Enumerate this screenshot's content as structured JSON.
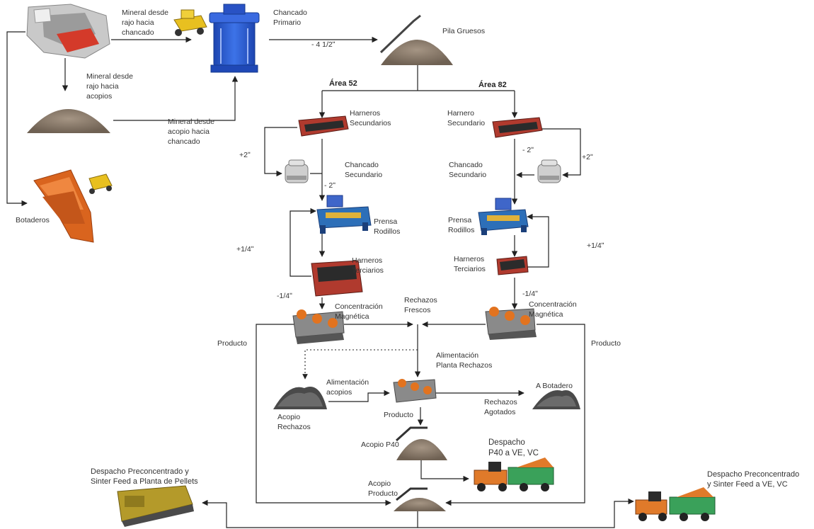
{
  "labels": {
    "mineral_rajo_chancado": [
      "Mineral desde",
      "rajo hacia",
      "chancado"
    ],
    "mineral_rajo_acopios": [
      "Mineral desde",
      "rajo hacia",
      "acopios"
    ],
    "mineral_acopio_chancado": [
      "Mineral desde",
      "acopio hacia",
      "chancado"
    ],
    "chancado_primario": [
      "Chancado",
      "Primario"
    ],
    "pila_gruesos": "Pila Gruesos",
    "size_4_1_2": "- 4 1/2ʺ",
    "botaderos": "Botaderos",
    "area_52": "Área 52",
    "area_82": "Área 82",
    "harneros_secundarios": [
      "Harneros",
      "Secundarios"
    ],
    "harnero_secundario": [
      "Harnero",
      "Secundario"
    ],
    "plus2_left": "+2ʺ",
    "plus2_right": "+2ʺ",
    "minus2_left": "- 2ʺ",
    "minus2_right": "- 2ʺ",
    "chancado_secundario_l": [
      "Chancado",
      "Secundario"
    ],
    "chancado_secundario_r": [
      "Chancado",
      "Secundario"
    ],
    "prensa_rodillos_l": [
      "Prensa",
      "Rodillos"
    ],
    "prensa_rodillos_r": [
      "Prensa",
      "Rodillos"
    ],
    "plus14_left": "+1/4ʺ",
    "plus14_right": "+1/4ʺ",
    "harneros_terciarios_l": [
      "Harneros",
      "Terciarios"
    ],
    "harneros_terciarios_r": [
      "Harneros",
      "Terciarios"
    ],
    "minus14_left": "-1/4ʺ",
    "minus14_right": "-1/4ʺ",
    "concentracion_l": [
      "Concentración",
      "Magnética"
    ],
    "concentracion_r": [
      "Concentración",
      "Magnética"
    ],
    "rechazos_frescos": [
      "Rechazos",
      "Frescos"
    ],
    "producto_left": "Producto",
    "producto_right": "Producto",
    "alimentacion_planta": [
      "Alimentación",
      "Planta Rechazos"
    ],
    "alimentacion_acopios": [
      "Alimentación",
      "acopios"
    ],
    "acopio_rechazos": [
      "Acopio",
      "Rechazos"
    ],
    "a_botadero": "A Botadero",
    "rechazos_agotados": [
      "Rechazos",
      "Agotados"
    ],
    "producto_mid": "Producto",
    "acopio_p40": "Acopio P40",
    "despacho_p40": [
      "Despacho",
      "P40 a VE, VC"
    ],
    "acopio_producto": [
      "Acopio",
      "Producto"
    ],
    "despacho_pellets": [
      "Despacho Preconcentrado y",
      "Sinter Feed a Planta de Pellets"
    ],
    "despacho_ve_vc": [
      "Despacho Preconcentrado",
      "y Sinter Feed a VE, VC"
    ]
  },
  "colors": {
    "line": "#222222",
    "crusher_blue": "#2f5fd0",
    "truck_yellow": "#e8c020",
    "ore_brown": "#8a7a6a",
    "screen_red": "#b03a2e",
    "drum_orange": "#e2731f",
    "dump_orange": "#d9641e",
    "loader_orange": "#e07a2a",
    "wagon_green": "#3aa15a",
    "train_olive": "#b49a2a"
  },
  "icons": [
    "crusher-icon",
    "haul-truck-icon",
    "ore-pile-icon",
    "screen-icon",
    "cone-crusher-icon",
    "roller-press-icon",
    "magnetic-separator-icon",
    "train-icon",
    "loader-icon"
  ]
}
